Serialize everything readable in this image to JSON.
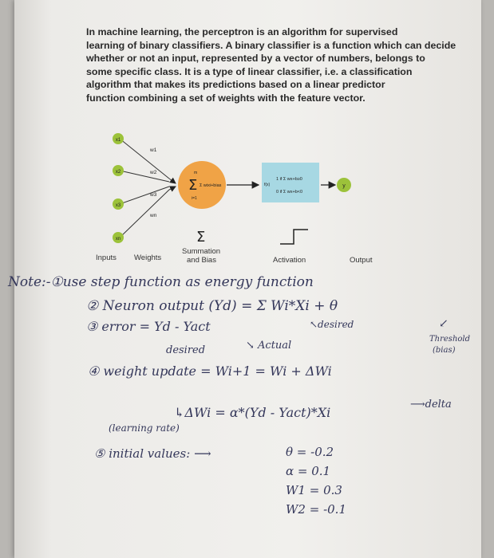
{
  "paragraph": [
    "In machine learning, the perceptron is an algorithm for supervised",
    "learning of binary classifiers. A binary classifier is a function which can decide",
    "whether or not an input, represented by a vector of numbers, belongs to",
    "some specific class. It is a type of linear classifier, i.e. a classification",
    "algorithm that makes its predictions based on a linear predictor",
    "function combining a set of weights with the feature vector."
  ],
  "diagram": {
    "inputs": [
      "x1",
      "x2",
      "x3",
      "xn"
    ],
    "weights": [
      "w1",
      "w2",
      "w3",
      "wn"
    ],
    "sum_symbol": "Σ",
    "sum_expr": "Σ wixi+bias",
    "sum_limits": [
      "m",
      "i=1"
    ],
    "sum_caption_symbol": "Σ",
    "activation_fx": "f(x)",
    "activation_cases": [
      "1 if Σ wx+b≥0",
      "0 if Σ wx+b<0"
    ],
    "output_label": "y",
    "captions": {
      "inputs": "Inputs",
      "weights": "Weights",
      "summation": "Summation",
      "and_bias": "and Bias",
      "activation": "Activation",
      "output": "Output"
    }
  },
  "notes": {
    "note1": "Note:-①use step function as energy function",
    "item2": "② Neuron output (Yd) = Σ Wi*Xi + θ",
    "item3": "③ error = Yd - Yact",
    "desired_arrow": "↖desired",
    "desired": "desired",
    "actual": "↘ Actual",
    "threshold": "Threshold",
    "bias": "(bias)",
    "threshold_arrow": "↙",
    "item4": "④ weight update = Wi+1 = Wi + ΔWi",
    "delta": "⟶delta",
    "delta_eq": "↳ΔWi = α*(Yd - Yact)*Xi",
    "learning_rate": "(learning rate)",
    "item5": "⑤ initial values: ⟶",
    "theta": "θ = -0.2",
    "alpha": "α = 0.1",
    "w1": "W1 = 0.3",
    "w2": "W2 = -0.1"
  }
}
